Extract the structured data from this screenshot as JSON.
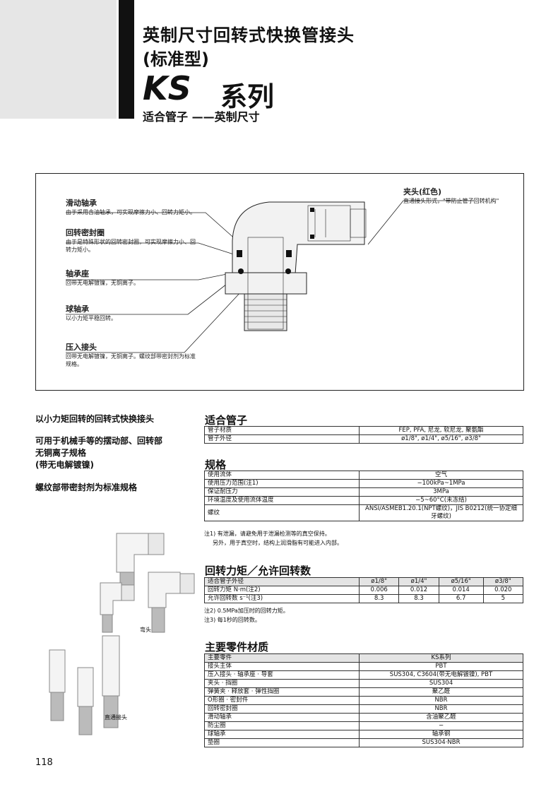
{
  "header": {
    "title_line1": "英制尺寸回转式快换管接头",
    "title_line2": "(标准型)",
    "series_code": "KS",
    "series_word": "系列",
    "subtitle": "适合管子 ——英制尺寸"
  },
  "diagram": {
    "callouts_left": [
      {
        "title": "滑动轴承",
        "desc": "由于采用含油轴承，可实现摩擦力小、回转力矩小。"
      },
      {
        "title": "回转密封圈",
        "desc": "由于是特殊形状的回转密封圈，可实现摩擦力小、回转力矩小。"
      },
      {
        "title": "轴承座",
        "desc": "回带无电解镀镍，无铜离子。"
      },
      {
        "title": "球轴承",
        "desc": "以小力矩平稳回转。"
      },
      {
        "title": "压入接头",
        "desc": "回带无电解镀镍，无铜离子。螺纹部带密封剂为标准规格。"
      }
    ],
    "callout_right": {
      "title": "夹头(红色)",
      "desc": "直通接头形式，\"带防止管子回转机构\""
    }
  },
  "features": [
    "以小力矩回转的回转式快换接头",
    "可用于机械手等的摆动部、回转部",
    "无铜离子规格",
    "(带无电解镀镍)",
    "螺纹部带密封剂为标准规格"
  ],
  "photos": {
    "elbow_label": "弯头",
    "straight_label": "直通接头"
  },
  "tube": {
    "title": "适合管子",
    "rows": [
      {
        "label": "管子材质",
        "value": "FEP, PFA, 尼龙, 软尼龙, 聚氨酯"
      },
      {
        "label": "管子外径",
        "value": "ø1/8\", ø1/4\", ø5/16\", ø3/8\""
      }
    ]
  },
  "specs": {
    "title": "规格",
    "rows": [
      {
        "label": "使用流体",
        "value": "空气"
      },
      {
        "label": "使用压力范围(注1)",
        "value": "−100kPa~1MPa"
      },
      {
        "label": "保证耐压力",
        "value": "3MPa"
      },
      {
        "label": "环境温度及使用流体温度",
        "value": "−5~60°C(未冻结)"
      },
      {
        "label": "螺纹",
        "value": "ANSI/ASMEB1.20.1(NPT螺纹)，JIS B0212(统一协定细牙螺纹)"
      }
    ],
    "notes": [
      "注1) 有泄漏，请避免用于泄漏检测等的真空保持。",
      "另外，用于真空时，结构上润滑脂有可能进入内部。"
    ]
  },
  "torque": {
    "title": "回转力矩／允许回转数",
    "header": [
      "适合管子外径",
      "ø1/8\"",
      "ø1/4\"",
      "ø5/16\"",
      "ø3/8\""
    ],
    "rows": [
      {
        "label": "回转力矩 N·m(注2)",
        "values": [
          "0.006",
          "0.012",
          "0.014",
          "0.020"
        ]
      },
      {
        "label": "允许回转数 s⁻¹(注3)",
        "values": [
          "8.3",
          "8.3",
          "6.7",
          "5"
        ]
      }
    ],
    "notes": [
      "注2) 0.5MPa加压时的回转力矩。",
      "注3) 每1秒的回转数。"
    ]
  },
  "materials": {
    "title": "主要零件材质",
    "header": [
      "主要零件",
      "KS系列"
    ],
    "rows": [
      {
        "label": "接头主体",
        "value": "PBT"
      },
      {
        "label": "压入接头 · 轴承座 · 导套",
        "value": "SUS304, C3604(带无电解镀镍), PBT"
      },
      {
        "label": "夹头 · 挡圈",
        "value": "SUS304"
      },
      {
        "label": "弹簧夹 · 释放套 · 弹性挡圈",
        "value": "聚乙醛"
      },
      {
        "label": "O形圈 · 密封件",
        "value": "NBR"
      },
      {
        "label": "回转密封圈",
        "value": "NBR"
      },
      {
        "label": "滑动轴承",
        "value": "含油聚乙醛"
      },
      {
        "label": "防尘圈",
        "value": "−"
      },
      {
        "label": "球轴承",
        "value": "轴承钢"
      },
      {
        "label": "垫圈",
        "value": "SUS304·NBR"
      }
    ]
  },
  "page_number": "118"
}
